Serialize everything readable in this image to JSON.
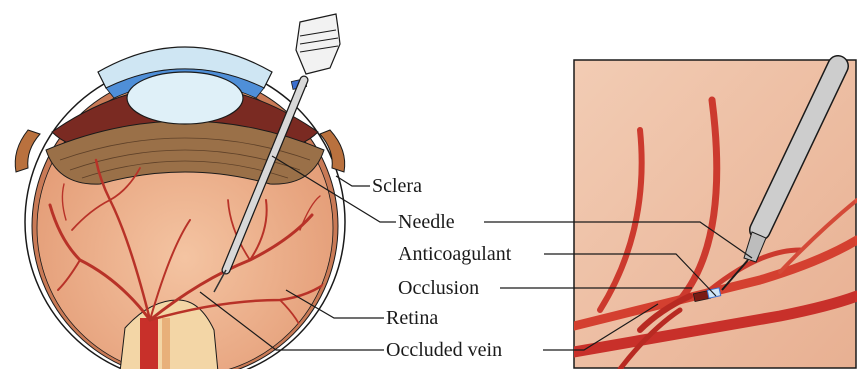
{
  "labels": {
    "sclera": "Sclera",
    "needle": "Needle",
    "anticoagulant": "Anticoagulant",
    "occlusion": "Occlusion",
    "retina": "Retina",
    "occluded_vein": "Occluded vein"
  },
  "colors": {
    "eye_fill": "#e8a07a",
    "eye_inner": "#f0b894",
    "vessel": "#c8302a",
    "vessel_light": "#d9665a",
    "sclera_white": "#ffffff",
    "ciliary": "#8a6a4a",
    "lens": "#d8ecf6",
    "cornea_blue": "#5a94d6",
    "inset_bg": "#efc2a6",
    "instrument": "#c8c8c8",
    "line": "#1a1a1a"
  }
}
